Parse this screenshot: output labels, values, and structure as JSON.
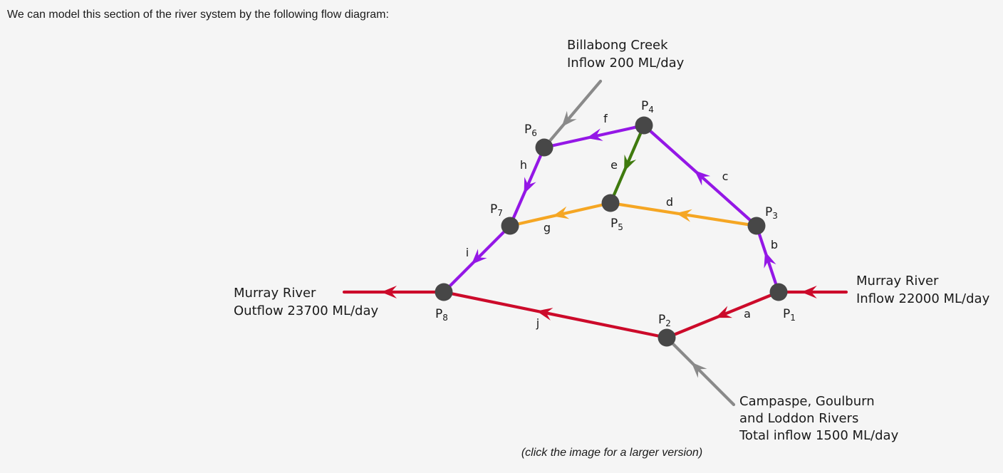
{
  "intro_text": "We can model this section of the river system by the following flow diagram:",
  "caption": "(click the image for a larger version)",
  "colors": {
    "main_river": "#cc0a2a",
    "branch_purple": "#9417e6",
    "branch_orange": "#f5a623",
    "branch_green": "#3f7a0e",
    "tributary_gray": "#8a8a8a",
    "node": "#474747"
  },
  "external_labels": {
    "billabong_line1": "Billabong Creek",
    "billabong_line2": "Inflow 200 ML/day",
    "murray_in_line1": "Murray River",
    "murray_in_line2": "Inflow 22000 ML/day",
    "murray_out_line1": "Murray River",
    "murray_out_line2": "Outflow 23700 ML/day",
    "tributaries_line1": "Campaspe, Goulburn",
    "tributaries_line2": "and Loddon Rivers",
    "tributaries_line3": "Total inflow 1500 ML/day"
  },
  "nodes": [
    {
      "id": "P1",
      "base": "P",
      "sub": "1"
    },
    {
      "id": "P2",
      "base": "P",
      "sub": "2"
    },
    {
      "id": "P3",
      "base": "P",
      "sub": "3"
    },
    {
      "id": "P4",
      "base": "P",
      "sub": "4"
    },
    {
      "id": "P5",
      "base": "P",
      "sub": "5"
    },
    {
      "id": "P6",
      "base": "P",
      "sub": "6"
    },
    {
      "id": "P7",
      "base": "P",
      "sub": "7"
    },
    {
      "id": "P8",
      "base": "P",
      "sub": "8"
    }
  ],
  "edges": [
    {
      "label": "a",
      "from": "P1",
      "to": "P2",
      "color": "main_river"
    },
    {
      "label": "b",
      "from": "P1",
      "to": "P3",
      "color": "branch_purple"
    },
    {
      "label": "c",
      "from": "P3",
      "to": "P4",
      "color": "branch_purple"
    },
    {
      "label": "d",
      "from": "P3",
      "to": "P5",
      "color": "branch_orange"
    },
    {
      "label": "e",
      "from": "P4",
      "to": "P5",
      "color": "branch_green"
    },
    {
      "label": "f",
      "from": "P4",
      "to": "P6",
      "color": "branch_purple"
    },
    {
      "label": "g",
      "from": "P5",
      "to": "P7",
      "color": "branch_orange"
    },
    {
      "label": "h",
      "from": "P6",
      "to": "P7",
      "color": "branch_purple"
    },
    {
      "label": "i",
      "from": "P7",
      "to": "P8",
      "color": "branch_purple"
    },
    {
      "label": "j",
      "from": "P2",
      "to": "P8",
      "color": "main_river"
    }
  ],
  "external_flows": [
    {
      "id": "murray-inflow",
      "target": "P1",
      "color": "main_river"
    },
    {
      "id": "tributaries-inflow",
      "target": "P2",
      "color": "tributary_gray"
    },
    {
      "id": "billabong-inflow",
      "target": "P6",
      "color": "tributary_gray"
    },
    {
      "id": "murray-outflow",
      "source": "P8",
      "color": "main_river"
    }
  ]
}
